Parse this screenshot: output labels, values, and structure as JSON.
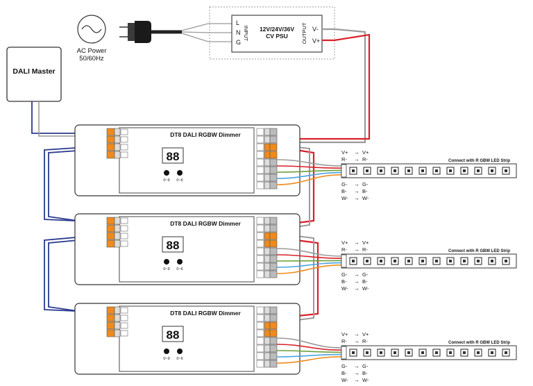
{
  "power": {
    "label": "AC Power",
    "freq": "50/60Hz"
  },
  "psu": {
    "title": "12V/24V/36V",
    "subtitle": "CV PSU",
    "input_label": "INPUT",
    "output_label": "OUTPUT",
    "in_l": "L",
    "in_n": "N",
    "in_g": "G",
    "out_neg": "V-",
    "out_pos": "V+"
  },
  "master": {
    "label": "DALI Master"
  },
  "dimmers": [
    {
      "title": "DT8 DALI RGBW Dimmer",
      "display": "88",
      "btn1": "0~9",
      "btn2": "0~6"
    },
    {
      "title": "DT8 DALI RGBW Dimmer",
      "display": "88",
      "btn1": "0~9",
      "btn2": "0~6"
    },
    {
      "title": "DT8 DALI RGBW Dimmer",
      "display": "88",
      "btn1": "0~9",
      "btn2": "0~6"
    }
  ],
  "strips": [
    {
      "title": "Connect with R GBW LED Strip",
      "vplus": "V+",
      "r": "R-",
      "g": "G-",
      "b": "B-",
      "w": "W-",
      "arrow": "→"
    },
    {
      "title": "Connect with R GBW LED Strip",
      "vplus": "V+",
      "r": "R-",
      "g": "G-",
      "b": "B-",
      "w": "W-",
      "arrow": "→"
    },
    {
      "title": "Connect with R GBW LED Strip",
      "vplus": "V+",
      "r": "R-",
      "g": "G-",
      "b": "B-",
      "w": "W-",
      "arrow": "→"
    }
  ],
  "colors": {
    "red": "#d9202a",
    "blue": "#2a3a8f",
    "orange": "#f08a1c",
    "gray": "#9a9a9a"
  }
}
